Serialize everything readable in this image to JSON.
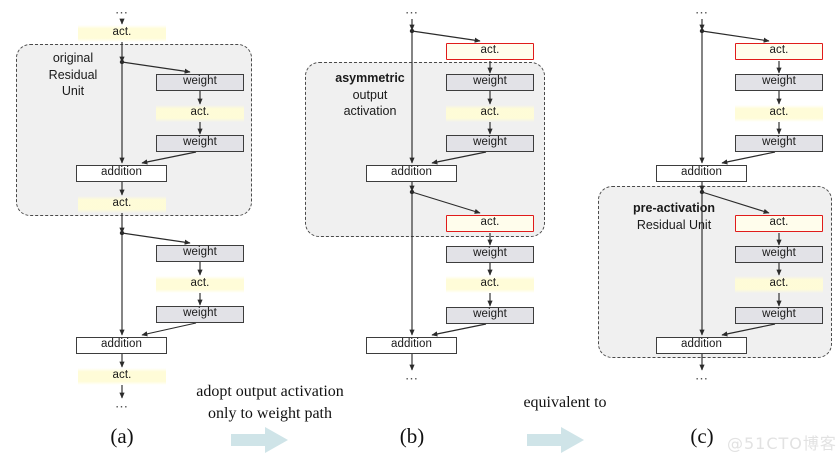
{
  "figure": {
    "title": "Residual Unit activation placement variants",
    "colors": {
      "weight_fill": "#e2e2e7",
      "weight_border": "#3d3d3d",
      "act_highlight": "#fffcd6",
      "act_red_border": "#e01b1b",
      "group_fill": "#f0f0f0",
      "group_border": "#4a4a4a",
      "wire": "#2b2b2b",
      "transition_arrow": "#cfe4e8",
      "watermark": "#e2e2e2"
    }
  },
  "labels": {
    "act": "act.",
    "weight": "weight",
    "addition": "addition",
    "ellipsis": "⋯"
  },
  "columns": [
    {
      "id": "a",
      "caption": "(a)",
      "group_label_html": "original<br>Residual<br>Unit",
      "group_label_plain": "original Residual Unit",
      "nodes": [
        {
          "name": "ellipsis-top",
          "label": "⋯",
          "kind": "ellipsis"
        },
        {
          "name": "act-top",
          "label": "act.",
          "kind": "act-plain"
        },
        {
          "name": "weight-1",
          "label": "weight",
          "kind": "weight"
        },
        {
          "name": "act-mid-1",
          "label": "act.",
          "kind": "act-plain"
        },
        {
          "name": "weight-2",
          "label": "weight",
          "kind": "weight"
        },
        {
          "name": "addition-1",
          "label": "addition",
          "kind": "addition"
        },
        {
          "name": "act-after-add-1",
          "label": "act.",
          "kind": "act-plain"
        },
        {
          "name": "weight-3",
          "label": "weight",
          "kind": "weight"
        },
        {
          "name": "act-mid-2",
          "label": "act.",
          "kind": "act-plain"
        },
        {
          "name": "weight-4",
          "label": "weight",
          "kind": "weight"
        },
        {
          "name": "addition-2",
          "label": "addition",
          "kind": "addition"
        },
        {
          "name": "act-after-add-2",
          "label": "act.",
          "kind": "act-plain"
        },
        {
          "name": "ellipsis-bottom",
          "label": "⋯",
          "kind": "ellipsis"
        }
      ]
    },
    {
      "id": "b",
      "caption": "(b)",
      "group_label_html": "<b>asymmetric</b><br>output<br>activation",
      "group_label_plain": "asymmetric output activation",
      "nodes": [
        {
          "name": "ellipsis-top",
          "label": "⋯",
          "kind": "ellipsis"
        },
        {
          "name": "act-red-1",
          "label": "act.",
          "kind": "act-red"
        },
        {
          "name": "weight-1",
          "label": "weight",
          "kind": "weight"
        },
        {
          "name": "act-mid-1",
          "label": "act.",
          "kind": "act-plain"
        },
        {
          "name": "weight-2",
          "label": "weight",
          "kind": "weight"
        },
        {
          "name": "addition-1",
          "label": "addition",
          "kind": "addition"
        },
        {
          "name": "act-red-2",
          "label": "act.",
          "kind": "act-red"
        },
        {
          "name": "weight-3",
          "label": "weight",
          "kind": "weight"
        },
        {
          "name": "act-mid-2",
          "label": "act.",
          "kind": "act-plain"
        },
        {
          "name": "weight-4",
          "label": "weight",
          "kind": "weight"
        },
        {
          "name": "addition-2",
          "label": "addition",
          "kind": "addition"
        },
        {
          "name": "ellipsis-bottom",
          "label": "⋯",
          "kind": "ellipsis"
        }
      ]
    },
    {
      "id": "c",
      "caption": "(c)",
      "group_label_html": "<b>pre-activation</b><br>Residual Unit",
      "group_label_plain": "pre-activation Residual Unit",
      "nodes": [
        {
          "name": "ellipsis-top",
          "label": "⋯",
          "kind": "ellipsis"
        },
        {
          "name": "act-red-1",
          "label": "act.",
          "kind": "act-red"
        },
        {
          "name": "weight-1",
          "label": "weight",
          "kind": "weight"
        },
        {
          "name": "act-mid-1",
          "label": "act.",
          "kind": "act-plain"
        },
        {
          "name": "weight-2",
          "label": "weight",
          "kind": "weight"
        },
        {
          "name": "addition-1",
          "label": "addition",
          "kind": "addition"
        },
        {
          "name": "act-red-2",
          "label": "act.",
          "kind": "act-red"
        },
        {
          "name": "weight-3",
          "label": "weight",
          "kind": "weight"
        },
        {
          "name": "act-mid-2",
          "label": "act.",
          "kind": "act-plain"
        },
        {
          "name": "weight-4",
          "label": "weight",
          "kind": "weight"
        },
        {
          "name": "addition-2",
          "label": "addition",
          "kind": "addition"
        },
        {
          "name": "ellipsis-bottom",
          "label": "⋯",
          "kind": "ellipsis"
        }
      ]
    }
  ],
  "transitions": [
    {
      "id": "a-to-b",
      "line1": "adopt output activation",
      "line2": "only to weight path",
      "arrow_icon": "right-arrow-icon"
    },
    {
      "id": "b-to-c",
      "line1": "equivalent to",
      "line2": "",
      "arrow_icon": "right-arrow-icon"
    }
  ],
  "watermark": "@51CTO博客"
}
